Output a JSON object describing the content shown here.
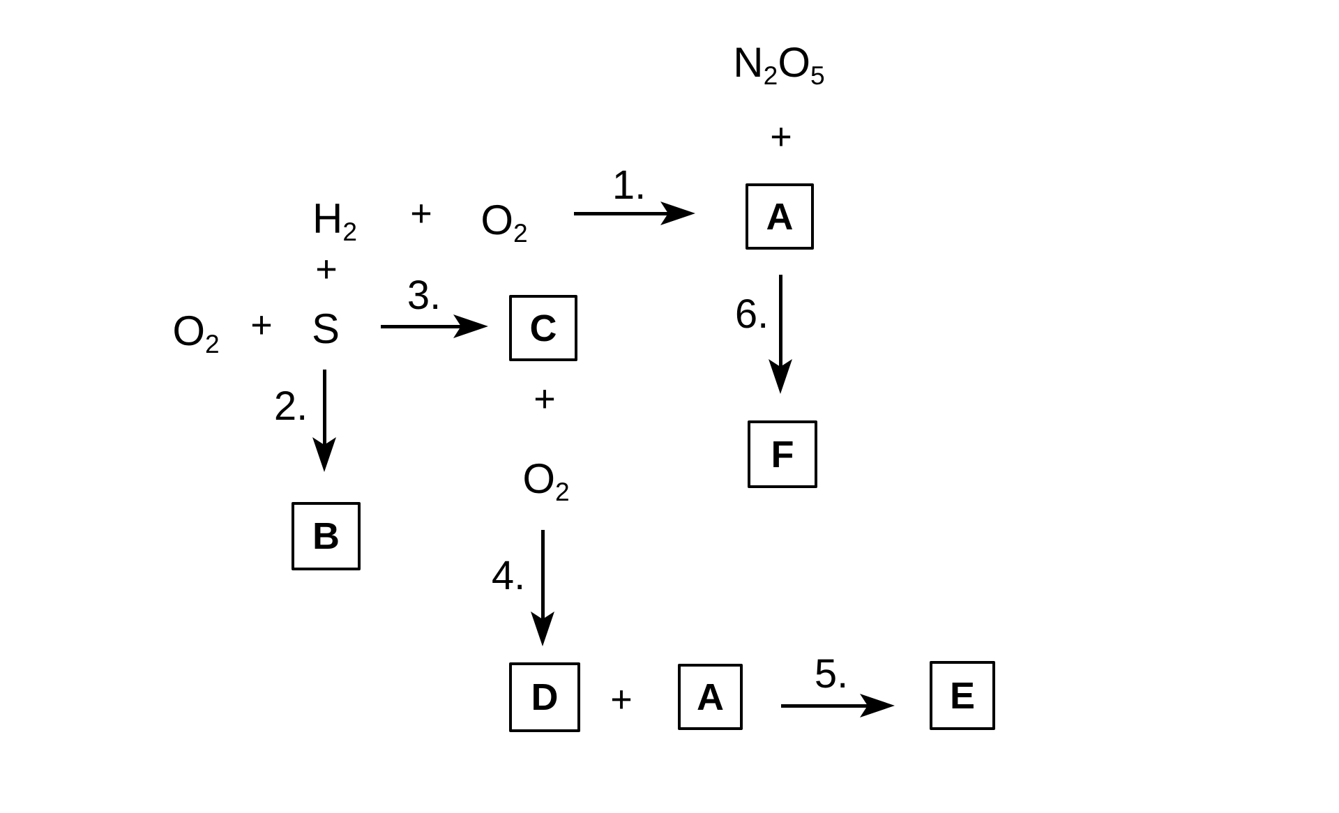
{
  "diagram": {
    "background_color": "#ffffff",
    "ink_color": "#000000",
    "kind": "chemical-reaction-scheme"
  },
  "symbols": {
    "plus": "+"
  },
  "species": {
    "n2o5": {
      "parts": [
        {
          "t": "N",
          "sub": false
        },
        {
          "t": "2",
          "sub": true
        },
        {
          "t": "O",
          "sub": false
        },
        {
          "t": "5",
          "sub": true
        }
      ]
    },
    "h2": {
      "parts": [
        {
          "t": "H",
          "sub": false
        },
        {
          "t": "2",
          "sub": true
        }
      ]
    },
    "o2_top": {
      "parts": [
        {
          "t": "O",
          "sub": false
        },
        {
          "t": "2",
          "sub": true
        }
      ]
    },
    "o2_left": {
      "parts": [
        {
          "t": "O",
          "sub": false
        },
        {
          "t": "2",
          "sub": true
        }
      ]
    },
    "o2_mid": {
      "parts": [
        {
          "t": "O",
          "sub": false
        },
        {
          "t": "2",
          "sub": true
        }
      ]
    },
    "s": {
      "parts": [
        {
          "t": "S",
          "sub": false
        }
      ]
    }
  },
  "boxes": {
    "a_top": "A",
    "b": "B",
    "c": "C",
    "d": "D",
    "a_bottom": "A",
    "e": "E",
    "f": "F"
  },
  "steps": {
    "step1": "1.",
    "step2": "2.",
    "step3": "3.",
    "step4": "4.",
    "step5": "5.",
    "step6": "6."
  },
  "relations": [
    {
      "step": "1.",
      "from": "H2 + O2",
      "to": "A"
    },
    {
      "step": "2.",
      "from": "H2 + S",
      "to": "B"
    },
    {
      "step": "3.",
      "from": "O2 + S",
      "to": "C"
    },
    {
      "step": "4.",
      "from": "C + O2",
      "to": "D"
    },
    {
      "step": "5.",
      "from": "D + A",
      "to": "E"
    },
    {
      "step": "6.",
      "from": "N2O5 + A",
      "to": "F"
    }
  ]
}
